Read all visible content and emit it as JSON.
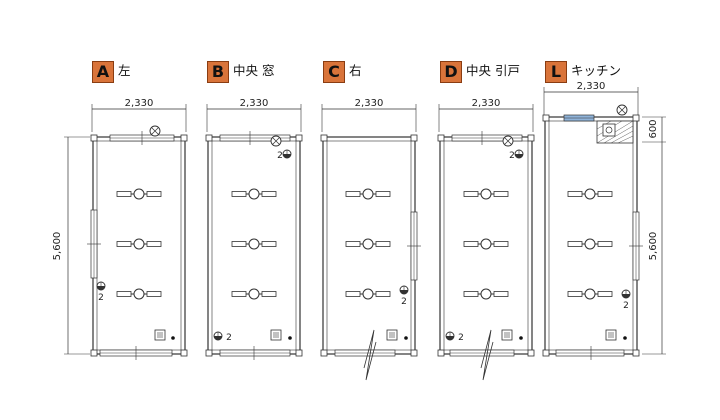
{
  "plans": [
    {
      "letter": "A",
      "name": "左",
      "width_dim": "2,330",
      "height_dim": "5,600",
      "outlet_label": "2"
    },
    {
      "letter": "B",
      "name": "中央 窓",
      "width_dim": "2,330",
      "height_dim": "",
      "outlet_label": "2",
      "outlet_label_2": "2"
    },
    {
      "letter": "C",
      "name": "右",
      "width_dim": "2,330",
      "height_dim": "",
      "outlet_label": "2"
    },
    {
      "letter": "D",
      "name": "中央 引戸",
      "width_dim": "2,330",
      "height_dim": "",
      "outlet_label": "2",
      "outlet_label_2": "2"
    },
    {
      "letter": "L",
      "name": "キッチン",
      "width_dim": "2,330",
      "height_dim": "5,600",
      "kitchen_dim": "600",
      "outlet_label": "2"
    }
  ],
  "colors": {
    "badge": "#d9743a",
    "line": "#333333",
    "light_blue": "#8fb3d9"
  }
}
